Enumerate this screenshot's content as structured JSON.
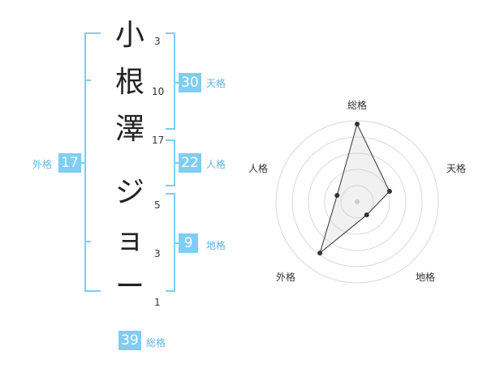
{
  "name": {
    "chars": [
      {
        "char": "小",
        "strokes": "3"
      },
      {
        "char": "根",
        "strokes": "10"
      },
      {
        "char": "澤",
        "strokes": "17"
      },
      {
        "char": "ジ",
        "strokes": "5"
      },
      {
        "char": "ョ",
        "strokes": "3"
      },
      {
        "char": "ー",
        "strokes": "1"
      }
    ]
  },
  "kakusu": {
    "tenkaku": {
      "value": "30",
      "label": "天格"
    },
    "jinkaku": {
      "value": "22",
      "label": "人格"
    },
    "chikaku": {
      "value": "9",
      "label": "地格"
    },
    "gaikaku": {
      "value": "17",
      "label": "外格"
    },
    "soukaku": {
      "value": "39",
      "label": "総格"
    }
  },
  "radar": {
    "labels": {
      "top": "総格",
      "right": "天格",
      "lower_right": "地格",
      "lower_left": "外格",
      "left": "人格"
    },
    "scores": {
      "soukaku": 4.8,
      "tenkaku": 2.1,
      "chikaku": 1.0,
      "gaikaku": 3.9,
      "jinkaku": 1.3
    },
    "max": 5
  }
}
